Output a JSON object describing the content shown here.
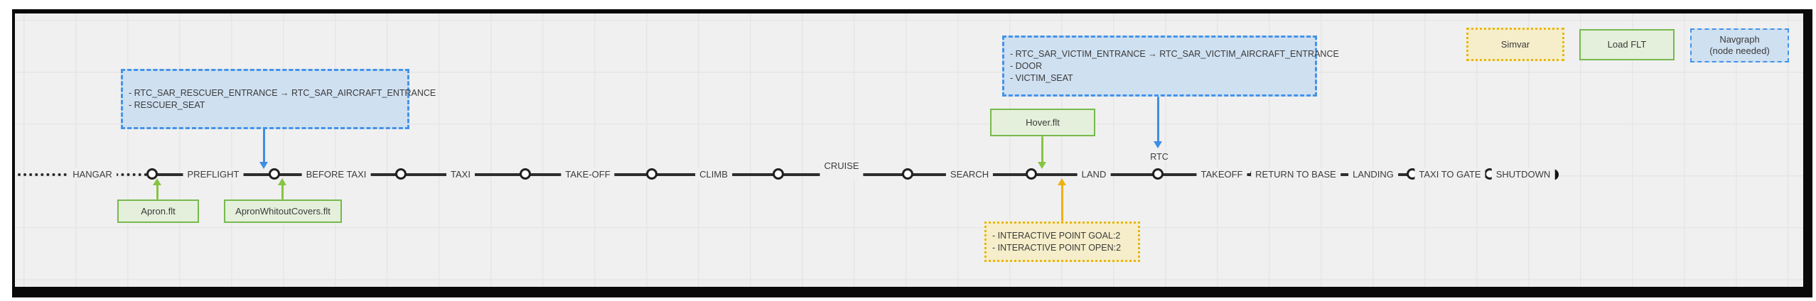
{
  "timeline": {
    "phases": [
      "HANGAR",
      "PREFLIGHT",
      "BEFORE TAXI",
      "TAXI",
      "TAKE-OFF",
      "CLIMB",
      "CRUISE",
      "SEARCH",
      "LAND",
      "TAKEOFF",
      "RETURN TO BASE",
      "LANDING",
      "TAXI TO GATE",
      "SHUTDOWN"
    ],
    "rtc_label": "RTC"
  },
  "boxes": {
    "rescuer": {
      "line1": "- RTC_SAR_RESCUER_ENTRANCE → RTC_SAR_AIRCRAFT_ENTRANCE",
      "line2": "- RESCUER_SEAT"
    },
    "victim": {
      "line1": "- RTC_SAR_VICTIM_ENTRANCE → RTC_SAR_VICTIM_AIRCRAFT_ENTRANCE",
      "line2": "- DOOR",
      "line3": "- VICTIM_SEAT"
    },
    "apron": "Apron.flt",
    "apron_without_covers": "ApronWhitoutCovers.flt",
    "hover": "Hover.flt",
    "interactive": {
      "line1": "- INTERACTIVE POINT GOAL:2",
      "line2": "- INTERACTIVE POINT OPEN:2"
    }
  },
  "legend": {
    "simvar": "Simvar",
    "load_flt": "Load FLT",
    "navgraph_line1": "Navgraph",
    "navgraph_line2": "(node needed)"
  },
  "colors": {
    "simvar_accent": "#e7b60d",
    "load_flt_accent": "#77b94e",
    "navgraph_accent": "#4493e9",
    "timeline": "#2d2d2d",
    "background": "#f0f0f0"
  }
}
